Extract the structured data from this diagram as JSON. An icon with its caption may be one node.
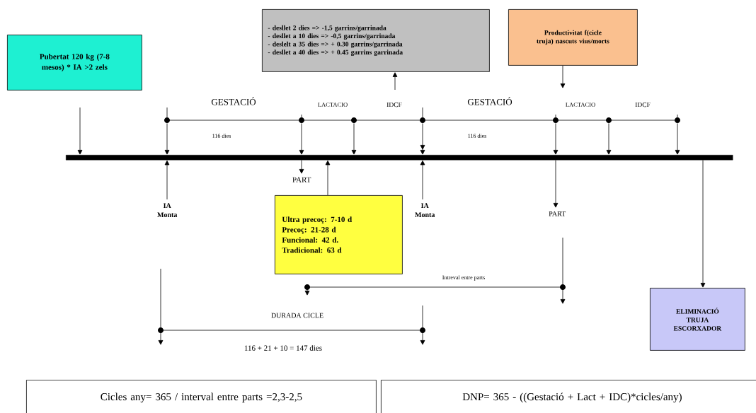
{
  "diagram": {
    "nodes": [
      {
        "text": [
          "Pubertat 120 kg (7-8 mesos) * IA >2 zels"
        ]
      },
      {
        "text": [
          "- desllet 2 dies => -1,5 garrins/garrinada",
          "- desllet a 10 dies => -0,5 garrins/garrinada",
          "- deslelt a 35 dies => + 0.30 garrins/garrinada",
          "- desllet a 40 dies => + 0.45 garrins garrinada"
        ]
      },
      {
        "text": [
          "Productivitat f(cicle truja) nascuts vius/morts"
        ]
      },
      {
        "text": [],
        "shape": "bar"
      },
      {
        "text": [
          "Ultra precoç: 7-10 d",
          "Precoç: 21-28 d",
          "Funcional: 42 d.",
          "Tradicional: 63 d"
        ]
      },
      {
        "text": [
          "ELIMINACIÓ TRUJA ESCORXADOR"
        ]
      },
      {
        "text": [
          "Cicles any= 365 / interval entre parts =2,3-2,5"
        ]
      },
      {
        "text": [
          "DNP= 365 - ((Gestació + Lact + IDC)*cicles/any)"
        ]
      },
      {
        "text": [],
        "shape": "bar"
      },
      {
        "text": [
          "PART"
        ]
      },
      {
        "text": [
          "IA Monta"
        ]
      },
      {
        "text": [
          "IA Monta"
        ]
      },
      {
        "text": [
          "PART"
        ]
      }
    ],
    "edges": [
      {
        "from": null,
        "to": 8,
        "arrow": "to"
      },
      {
        "from": 3,
        "to": 8,
        "arrow": "to"
      },
      {
        "from": 3,
        "to": 8,
        "arrow": "to"
      },
      {
        "from": 3,
        "to": 8,
        "arrow": "to"
      },
      {
        "from": 3,
        "to": 8,
        "arrow": "to"
      },
      {
        "from": 3,
        "to": 8,
        "arrow": "to"
      },
      {
        "from": 3,
        "to": 8,
        "arrow": "to"
      },
      {
        "from": 3,
        "to": 8,
        "arrow": "to"
      },
      {
        "from": 10,
        "to": 8,
        "arrow": "to"
      },
      {
        "from": 11,
        "to": 8,
        "arrow": "to"
      },
      {
        "from": 4,
        "to": 8,
        "arrow": "to"
      },
      {
        "from": 8,
        "to": 9,
        "arrow": "to"
      },
      {
        "from": null,
        "to": 1,
        "arrow": "to"
      },
      {
        "from": 2,
        "to": null,
        "arrow": "to"
      },
      {
        "from": 8,
        "to": 12,
        "arrow": "to"
      },
      {
        "from": 8,
        "to": 5,
        "arrow": "to"
      }
    ],
    "labels": [
      "GESTACIÓ",
      "LACTACIO",
      "IDCF",
      "GESTACIÓ",
      "LACTACIO",
      "IDCF",
      "116 dies",
      "116 dies",
      "Intreval entre parts",
      "DURADA CICLE",
      "116 + 21 + 10 = 147 dies"
    ]
  }
}
